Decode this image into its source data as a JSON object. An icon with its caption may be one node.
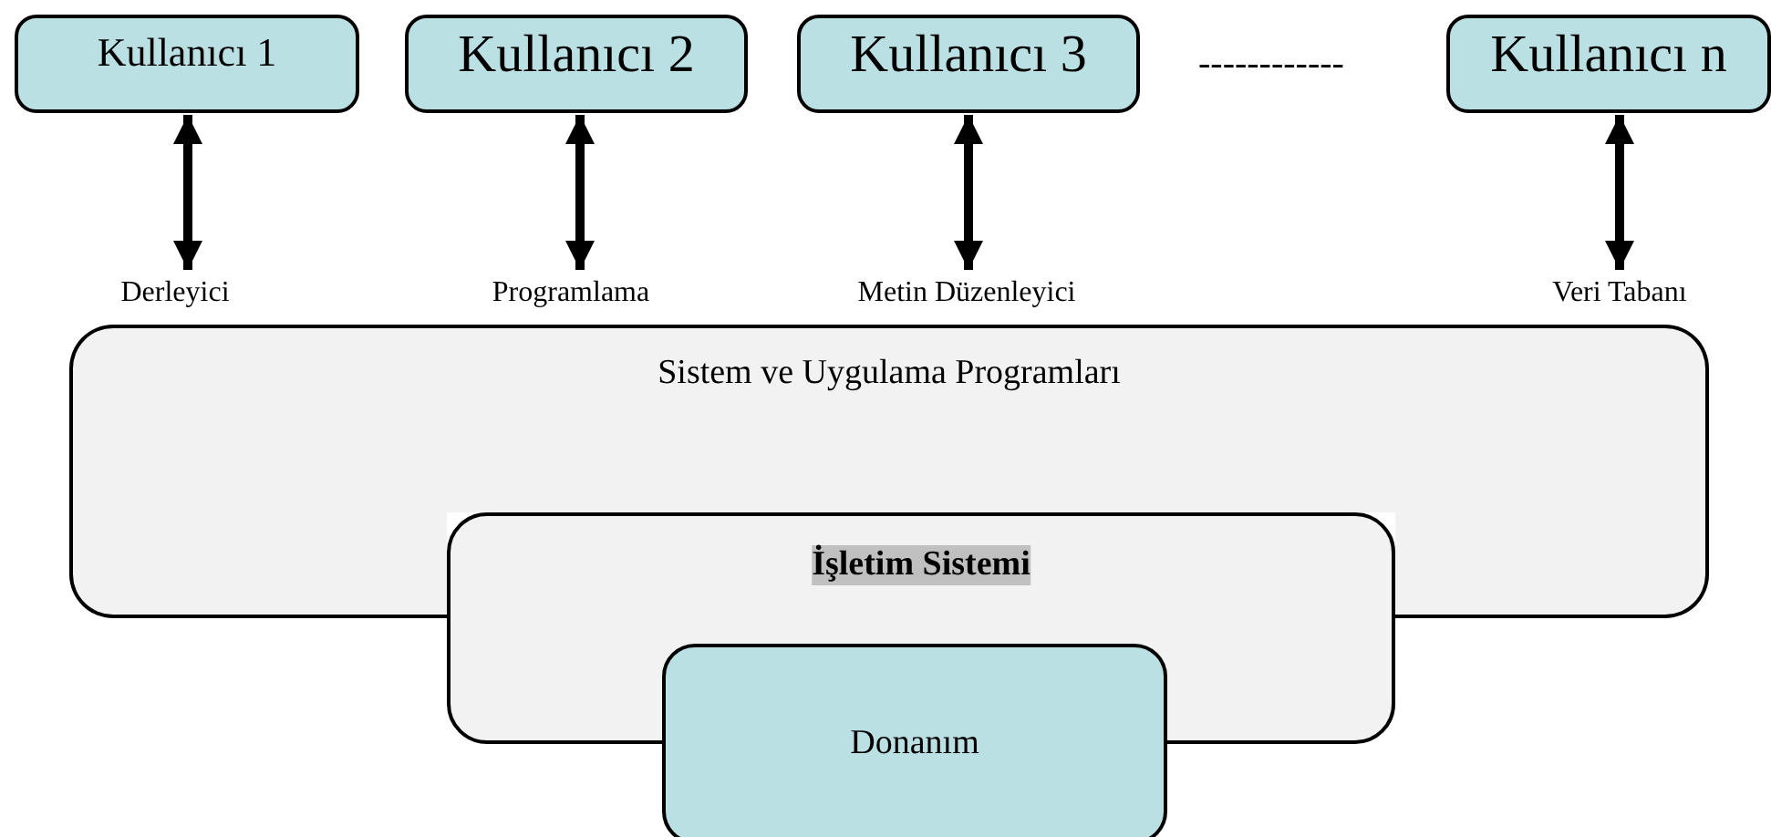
{
  "diagram": {
    "nodes": [
      {
        "text": [
          "Kullanıcı 1"
        ]
      },
      {
        "text": [
          "Kullanıcı 2"
        ]
      },
      {
        "text": [
          "Kullanıcı 3"
        ]
      },
      {
        "text": [
          "Kullanıcı n"
        ]
      },
      {
        "text": [
          "Derleyici"
        ]
      },
      {
        "text": [
          "Programlama"
        ]
      },
      {
        "text": [
          "Metin Düzenleyici"
        ]
      },
      {
        "text": [
          "Veri Tabanı"
        ]
      },
      {
        "text": [
          "Sistem ve Uygulama Programları"
        ]
      },
      {
        "text": [
          "İşletim Sistemi"
        ]
      },
      {
        "text": [
          "Donanım"
        ]
      }
    ],
    "edges": [
      {
        "from": 0,
        "to": 4,
        "arrow": "both"
      },
      {
        "from": 1,
        "to": 5,
        "arrow": "both"
      },
      {
        "from": 2,
        "to": 6,
        "arrow": "both"
      },
      {
        "from": 3,
        "to": 7,
        "arrow": "both"
      }
    ],
    "labels": [
      "------------"
    ]
  }
}
